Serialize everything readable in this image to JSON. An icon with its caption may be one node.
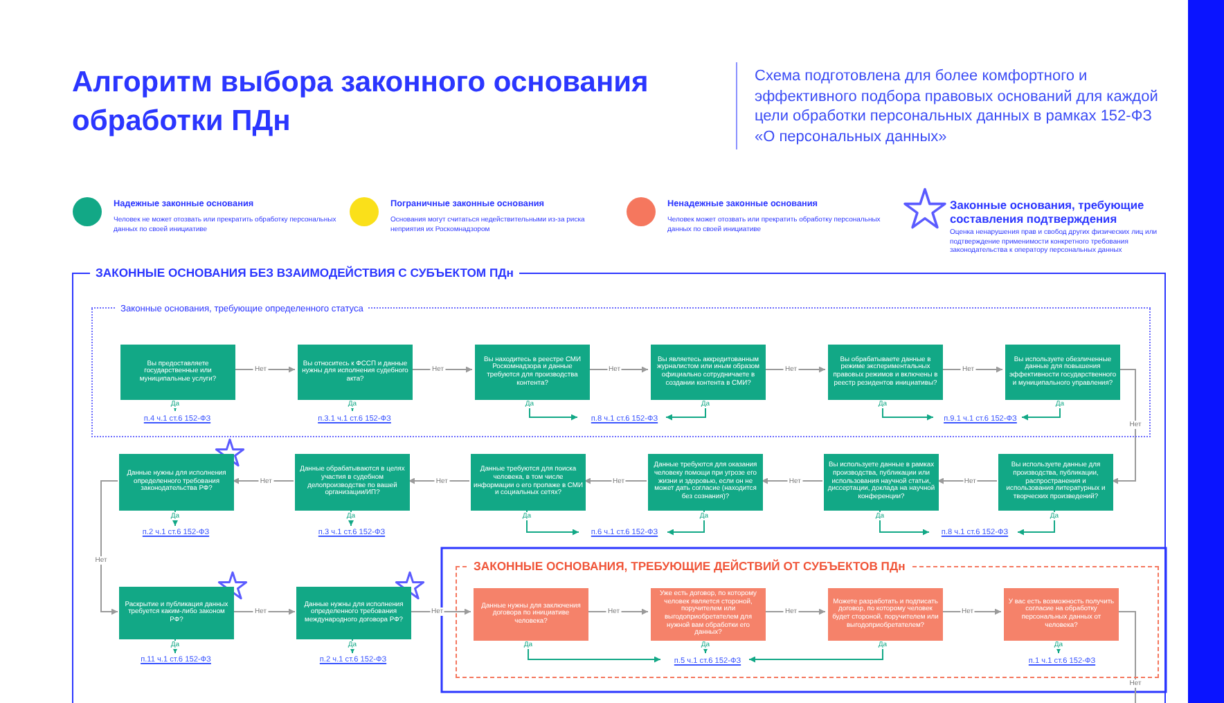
{
  "diagram": {
    "title": "Алгоритм выбора законного основания обработки ПДн",
    "nodes": [
      {
        "text": [
          "ЗАКОННЫЕ ОСНОВАНИЯ БЕЗ ВЗАИМОДЕЙСТВИЯ С СУБЪЕКТОМ ПДн"
        ]
      },
      {
        "text": [
          "Законные основания, требующие определенного статуса"
        ],
        "in": 0
      },
      {
        "text": [
          "Вы предоставляете государственные или муниципальные услуги?"
        ],
        "in": 1
      },
      {
        "text": [
          "п.4 ч.1 ст.6 152-ФЗ"
        ],
        "in": 1
      },
      {
        "text": [
          "Вы относитесь к ФССП и данные нужны для исполнения судебного акта?"
        ],
        "in": 1
      },
      {
        "text": [
          "п.3.1 ч.1 ст.6 152-ФЗ"
        ],
        "in": 1
      },
      {
        "text": [
          "Вы находитесь в реестре СМИ Роскомнадзора и данные требуются для производства контента?"
        ],
        "in": 1
      },
      {
        "text": [
          "п.8 ч.1 ст.6 152-ФЗ"
        ],
        "in": 1
      },
      {
        "text": [
          "Вы являетесь аккредитованным журналистом или иным образом официально сотрудничаете в создании контента в СМИ?"
        ],
        "in": 1
      },
      {
        "text": [
          "Вы обрабатываете данные в режиме экспериментальных правовых режимов и включены в реестр резидентов инициативы?"
        ],
        "in": 1
      },
      {
        "text": [
          "п.9.1 ч.1 ст.6 152-ФЗ"
        ],
        "in": 1
      },
      {
        "text": [
          "Вы используете обезличенные данные для повышения эффективности государственного и муниципального управления?"
        ],
        "in": 1
      },
      {
        "text": [
          "Данные нужны для исполнения определенного требования законодательства РФ?"
        ],
        "in": 0
      },
      {
        "text": [
          "п.2 ч.1 ст.6 152-ФЗ"
        ],
        "in": 0
      },
      {
        "text": [
          "Данные обрабатываются в целях участия в судебном делопроизводстве по вашей организации/ИП?"
        ],
        "in": 0
      },
      {
        "text": [
          "п.3 ч.1 ст.6 152-ФЗ"
        ],
        "in": 0
      },
      {
        "text": [
          "Данные требуются для поиска человека, в том числе информации о его пропаже в СМИ и социальных сетях?"
        ],
        "in": 0
      },
      {
        "text": [
          "п.6 ч.1 ст.6 152-ФЗ"
        ],
        "in": 0
      },
      {
        "text": [
          "Данные требуются для оказания человеку помощи при угрозе его жизни и здоровью, если он не может дать согласие (находится без сознания)?"
        ],
        "in": 0
      },
      {
        "text": [
          "Вы используете данные в рамках производства, публикации или использования научной статьи, диссертации, доклада на научной конференции?"
        ],
        "in": 0
      },
      {
        "text": [
          "п.8 ч.1 ст.6 152-ФЗ"
        ],
        "in": 0
      },
      {
        "text": [
          "Вы используете данные для производства, публикации, распространения и использования литературных и творческих произведений?"
        ],
        "in": 0
      },
      {
        "text": [
          "Раскрытие и публикация данных требуется каким-либо законом РФ?"
        ],
        "in": 0
      },
      {
        "text": [
          "п.11 ч.1 ст.6 152-ФЗ"
        ],
        "in": 0
      },
      {
        "text": [
          "Данные нужны для исполнения определенного требования международного договора РФ?"
        ],
        "in": 0
      },
      {
        "text": [
          "п.2 ч.1 ст.6 152-ФЗ"
        ],
        "in": 0
      },
      {
        "text": [
          "ЗАКОННЫЕ ОСНОВАНИЯ, ТРЕБУЮЩИЕ ДЕЙСТВИЙ ОТ СУБЪЕКТОВ ПДн"
        ],
        "in": 0
      },
      {
        "text": [
          "Данные нужны для заключения договора по инициативе человека?"
        ],
        "in": 26
      },
      {
        "text": [
          "п.5 ч.1 ст.6 152-ФЗ"
        ],
        "in": 26
      },
      {
        "text": [
          "Уже есть договор, по которому человек является стороной, поручителем или выгодоприобретателем для нужной вам обработки его данных?"
        ],
        "in": 26
      },
      {
        "text": [
          "Можете разработать и подписать договор, по которому человек будет стороной, поручителем или выгодоприобретателем?"
        ],
        "in": 26
      },
      {
        "text": [
          "У вас есть возможность получить согласие на обработку персональных данных от человека?"
        ],
        "in": 26
      },
      {
        "text": [
          "п.1 ч.1 ст.6 152-ФЗ"
        ],
        "in": 26
      }
    ],
    "edges": [
      {
        "from": 2,
        "to": 4,
        "arrow": "to",
        "label": "Нет"
      },
      {
        "from": 4,
        "to": 6,
        "arrow": "to",
        "label": "Нет"
      },
      {
        "from": 6,
        "to": 8,
        "arrow": "to",
        "label": "Нет"
      },
      {
        "from": 8,
        "to": 9,
        "arrow": "to",
        "label": "Нет"
      },
      {
        "from": 9,
        "to": 11,
        "arrow": "to",
        "label": "Нет"
      },
      {
        "from": 11,
        "to": 21,
        "arrow": "to",
        "label": "Нет"
      },
      {
        "from": 21,
        "to": 19,
        "arrow": "to",
        "label": "Нет"
      },
      {
        "from": 19,
        "to": 18,
        "arrow": "to",
        "label": "Нет"
      },
      {
        "from": 18,
        "to": 16,
        "arrow": "to",
        "label": "Нет"
      },
      {
        "from": 16,
        "to": 14,
        "arrow": "to",
        "label": "Нет"
      },
      {
        "from": 14,
        "to": 12,
        "arrow": "to",
        "label": "Нет"
      },
      {
        "from": 12,
        "to": 22,
        "arrow": "to",
        "label": "Нет"
      },
      {
        "from": 22,
        "to": 24,
        "arrow": "to",
        "label": "Нет"
      },
      {
        "from": 24,
        "to": 27,
        "arrow": "to",
        "label": "Нет"
      },
      {
        "from": 27,
        "to": 29,
        "arrow": "to",
        "label": "Нет"
      },
      {
        "from": 29,
        "to": 30,
        "arrow": "to",
        "label": "Нет"
      },
      {
        "from": 30,
        "to": 31,
        "arrow": "to",
        "label": "Нет"
      },
      {
        "from": 31,
        "to": null,
        "arrow": "none",
        "label": "Нет"
      },
      {
        "from": 2,
        "to": 3,
        "arrow": "to",
        "label": "Да",
        "color": "#12a886"
      },
      {
        "from": 4,
        "to": 5,
        "arrow": "to",
        "label": "Да",
        "color": "#12a886"
      },
      {
        "from": 6,
        "to": 7,
        "arrow": "to",
        "label": "Да",
        "color": "#12a886"
      },
      {
        "from": 8,
        "to": 7,
        "arrow": "to",
        "label": "Да",
        "color": "#12a886"
      },
      {
        "from": 9,
        "to": 10,
        "arrow": "to",
        "label": "Да",
        "color": "#12a886"
      },
      {
        "from": 11,
        "to": 10,
        "arrow": "to",
        "label": "Да",
        "color": "#12a886"
      },
      {
        "from": 12,
        "to": 13,
        "arrow": "to",
        "label": "Да",
        "color": "#12a886"
      },
      {
        "from": 14,
        "to": 15,
        "arrow": "to",
        "label": "Да",
        "color": "#12a886"
      },
      {
        "from": 16,
        "to": 17,
        "arrow": "to",
        "label": "Да",
        "color": "#12a886"
      },
      {
        "from": 18,
        "to": 17,
        "arrow": "to",
        "label": "Да",
        "color": "#12a886"
      },
      {
        "from": 19,
        "to": 20,
        "arrow": "to",
        "label": "Да",
        "color": "#12a886"
      },
      {
        "from": 21,
        "to": 20,
        "arrow": "to",
        "label": "Да",
        "color": "#12a886"
      },
      {
        "from": 22,
        "to": 23,
        "arrow": "to",
        "label": "Да",
        "color": "#12a886"
      },
      {
        "from": 24,
        "to": 25,
        "arrow": "to",
        "label": "Да",
        "color": "#12a886"
      },
      {
        "from": 27,
        "to": 28,
        "arrow": "to",
        "label": "Да",
        "color": "#12a886"
      },
      {
        "from": 29,
        "to": 28,
        "arrow": "to",
        "label": "Да",
        "color": "#12a886"
      },
      {
        "from": 30,
        "to": 28,
        "arrow": "to",
        "label": "Да",
        "color": "#12a886"
      },
      {
        "from": 31,
        "to": 32,
        "arrow": "to",
        "label": "Да",
        "color": "#12a886"
      }
    ],
    "labels": [
      "Схема подготовлена для более комфортного и эффективного подбора правовых оснований для каждой цели обработки персональных данных в рамках 152-ФЗ «О персональных данных»",
      "Человек не может отозвать или прекратить обработку персональных данных по своей инициативе",
      "Основания могут считаться недействительными из-за риска неприятия их Роскомнадзором",
      "Человек может отозвать или прекратить обработку персональных данных по своей инициативе",
      "Оценка ненарушения прав и свобод других физических лиц или подтверждение применимости конкретного требования законодательства к оператору персональных данных"
    ],
    "legend": [
      {
        "text": "Надежные законные основания",
        "color": "#12a886"
      },
      {
        "text": "Пограничные законные основания",
        "color": "#fae01a"
      },
      {
        "text": "Ненадежные законные основания",
        "color": "#f5775e"
      },
      {
        "text": "Законные основания, требующие составления подтверждения"
      }
    ]
  }
}
